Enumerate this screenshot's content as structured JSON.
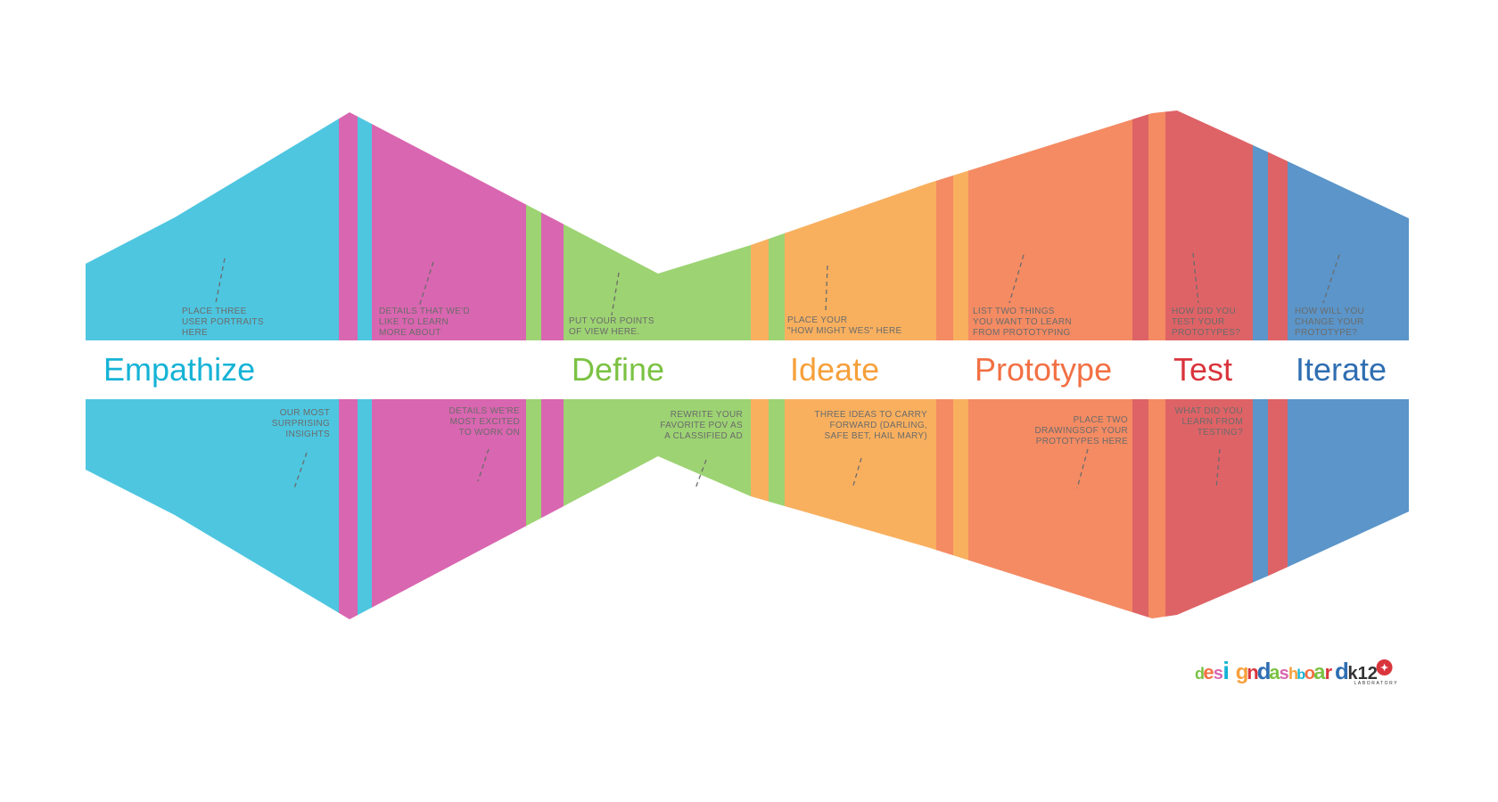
{
  "colors": {
    "empathize": "#4ec6e0",
    "empathize_edge": "#4ec6e0",
    "magenta": "#d966b0",
    "define": "#9dd373",
    "ideate": "#f8b05f",
    "prototype": "#f48b63",
    "test": "#de6366",
    "iterate": "#5b95c9",
    "band": "#ffffff"
  },
  "stages": [
    {
      "label": "Empathize",
      "color": "#16b3d6"
    },
    {
      "label": "Define",
      "color": "#7bc242"
    },
    {
      "label": "Ideate",
      "color": "#f6a03c"
    },
    {
      "label": "Prototype",
      "color": "#f27044"
    },
    {
      "label": "Test",
      "color": "#d9353c"
    },
    {
      "label": "Iterate",
      "color": "#2f6eb2"
    }
  ],
  "prompts_top": [
    {
      "lines": [
        "PLACE THREE",
        "USER PORTRAITS",
        "HERE"
      ]
    },
    {
      "lines": [
        "DETAILS THAT WE'D",
        "LIKE TO LEARN",
        "MORE ABOUT"
      ]
    },
    {
      "lines": [
        "PUT YOUR POINTS",
        "OF VIEW HERE."
      ]
    },
    {
      "lines": [
        "PLACE YOUR",
        "\"HOW MIGHT WES\" HERE"
      ]
    },
    {
      "lines": [
        "LIST TWO THINGS",
        "YOU WANT TO LEARN",
        "FROM PROTOTYPING"
      ]
    },
    {
      "lines": [
        "HOW DID YOU",
        "TEST YOUR",
        "PROTOTYPES?"
      ]
    },
    {
      "lines": [
        "HOW WILL YOU",
        "CHANGE YOUR",
        "PROTOTYPE?"
      ]
    }
  ],
  "prompts_bottom": [
    {
      "lines": [
        "OUR MOST",
        "SURPRISING",
        "INSIGHTS"
      ]
    },
    {
      "lines": [
        "DETAILS WE'RE",
        "MOST EXCITED",
        "TO WORK ON"
      ]
    },
    {
      "lines": [
        "REWRITE YOUR",
        "FAVORITE POV AS",
        "A CLASSIFIED AD"
      ]
    },
    {
      "lines": [
        "THREE IDEAS TO CARRY",
        "FORWARD (DARLING,",
        "SAFE BET, HAIL MARY)"
      ]
    },
    {
      "lines": [
        "PLACE TWO",
        "DRAWINGSOF YOUR",
        "PROTOTYPES HERE"
      ]
    },
    {
      "lines": [
        "WHAT DID YOU",
        "LEARN FROM",
        "TESTING?"
      ]
    }
  ],
  "logo": {
    "letters": [
      "d",
      "e",
      "s",
      "i",
      "g",
      "n",
      "d",
      "a",
      "s",
      "h",
      "b",
      "o",
      "a",
      "r",
      "d"
    ],
    "suffix": "k12",
    "sub": "LABORATORY"
  }
}
